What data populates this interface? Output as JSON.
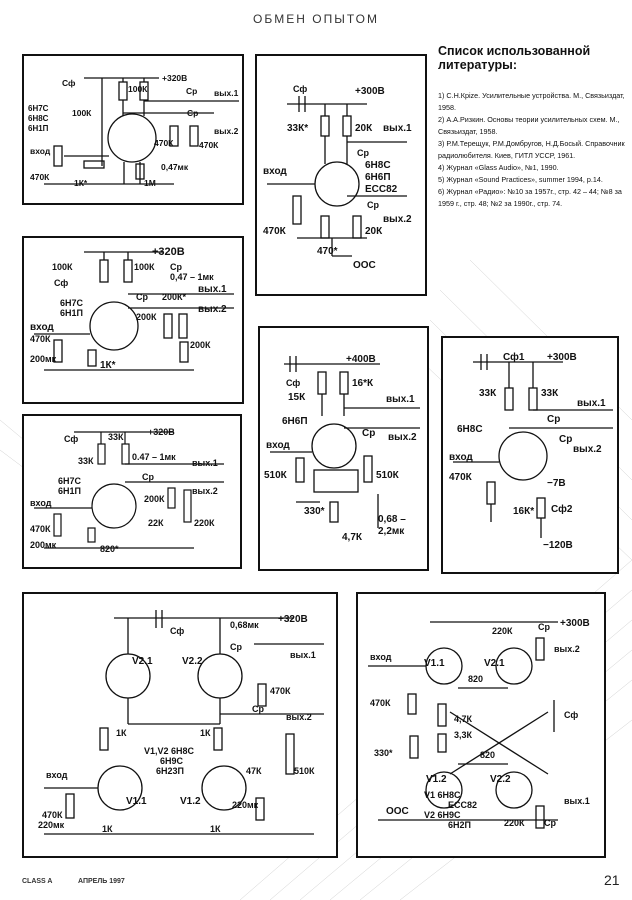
{
  "header": "ОБМЕН ОПЫТОМ",
  "references": {
    "title": "Список использованной литературы:",
    "items": [
      "1) С.Н.Крizе. Усилительные устройства. М., Связьиздат, 1958.",
      "2) А.А.Ризкин. Основы теории усилительных схем. М., Связьиздат, 1958.",
      "3) Р.М.Терещук, Р.М.Домбругов, Н.Д.Босый. Справочник радиолюбителя. Киев, ГИТЛ УССР, 1961.",
      "4) Журнал «Glass Audio», №1, 1990.",
      "5) Журнал «Sound Practices», summer 1994, p.14.",
      "6) Журнал «Радио»: №10 за 1957г., стр. 42 – 44; №8 за 1959 г., стр. 48; №2 за 1990г., стр. 74."
    ]
  },
  "footer": {
    "left": "CLASS A",
    "mid": "АПРЕЛЬ 1997",
    "page": "21"
  },
  "s1": {
    "cf": "Сф",
    "v": "+320В",
    "r100k_a": "100К",
    "r100k_b": "100К",
    "cp1": "Ср",
    "cp2": "Ср",
    "out1": "вых.1",
    "out2": "вых.2",
    "tubes": [
      "6Н7С",
      "6Н8С",
      "6Н1П"
    ],
    "in": "вход",
    "r470k_a": "470К",
    "r470k_b": "470К",
    "r470k_c": "470К",
    "c047": "0,47мк",
    "r1k": "1К*",
    "r1m": "1М"
  },
  "s2": {
    "cf": "Сф",
    "v": "+300В",
    "r33k": "33К*",
    "r20k": "20К",
    "out1": "вых.1",
    "cp1": "Ср",
    "tubes": [
      "6Н8С",
      "6Н6П",
      "ЕСС82"
    ],
    "in": "вход",
    "cp2": "Ср",
    "out2": "вых.2",
    "r470k": "470К",
    "r470": "470*",
    "r20k2": "20К",
    "oos": "ООС"
  },
  "s3": {
    "v": "+320В",
    "r100k_a": "100К",
    "r100k_b": "100К",
    "cf": "Сф",
    "cp": "Ср",
    "c047": "0,47 – 1мк",
    "tubes": [
      "6Н7С",
      "6Н1П"
    ],
    "cp2": "Ср",
    "r200k_a": "200К*",
    "out1": "вых.1",
    "r200k_b": "200К",
    "out2": "вых.2",
    "in": "вход",
    "r470k": "470К",
    "r200k_c": "200К",
    "c200": "200мк",
    "r1k": "1К*"
  },
  "s4": {
    "cf": "Сф",
    "r33k_a": "33К",
    "v": "+320В",
    "r33k_b": "33К",
    "c047": "0.47 – 1мк",
    "out1": "вых.1",
    "tubes": [
      "6Н7С",
      "6Н1П"
    ],
    "cp": "Ср",
    "r200k": "200К",
    "out2": "вых.2",
    "in": "вход",
    "r22k": "22К",
    "r220k": "220К",
    "r470k": "470К",
    "c200": "200мк",
    "r820": "820*"
  },
  "s5": {
    "v": "+400В",
    "cf": "Сф",
    "r16k": "16*К",
    "r15k": "15К",
    "out1": "вых.1",
    "tube": "6Н6П",
    "cp": "Ср",
    "out2": "вых.2",
    "in": "вход",
    "r510k_a": "510К",
    "r510k_b": "510К",
    "r330": "330*",
    "c068": "0,68 –",
    "c22": "2,2мк",
    "r47k": "4,7К"
  },
  "s6": {
    "cf1": "Сф1",
    "v": "+300В",
    "r33k_a": "33К",
    "r33k_b": "33К",
    "out1": "вых.1",
    "tube": "6Н8С",
    "cp1": "Ср",
    "cp2": "Ср",
    "out2": "вых.2",
    "in": "вход",
    "r470k": "470К",
    "v7": "−7В",
    "r16k": "16К*",
    "cf2": "Сф2",
    "v120": "−120В"
  },
  "s7": {
    "cf": "Сф",
    "c068": "0,68мк",
    "v": "+320В",
    "cp1": "Ср",
    "v21": "V2.1",
    "v22": "V2.2",
    "out1": "вых.1",
    "r470k": "470К",
    "r1k_a": "1К",
    "r1k_b": "1К",
    "cp2": "Ср",
    "out2": "вых.2",
    "tubes": [
      "V1,V2 6Н8С",
      "6Н9С",
      "6Н23П"
    ],
    "r47k": "47К",
    "r510k": "510К",
    "in": "вход",
    "v11": "V1.1",
    "v12": "V1.2",
    "c220": "220мк",
    "r470k_b": "470К",
    "c220b": "220мк",
    "r1k_c": "1К",
    "r1k_d": "1К"
  },
  "s8": {
    "r220k_a": "220К",
    "cp1": "Ср",
    "v": "+300В",
    "in": "вход",
    "v11": "V1.1",
    "v21": "V2.1",
    "out2": "вых.2",
    "r820_a": "820",
    "r470k": "470К",
    "r47k": "4,7К",
    "cf": "Сф",
    "r33k": "3,3К",
    "r820_b": "820",
    "r330": "330*",
    "v12": "V1.2",
    "v22": "V2.2",
    "tubes": [
      "V1 6Н8С",
      "ЕСС82",
      "V2 6Н9С",
      "6Н2П"
    ],
    "oos": "ООС",
    "r220k_b": "220К",
    "cp2": "Ср",
    "out1": "вых.1"
  }
}
